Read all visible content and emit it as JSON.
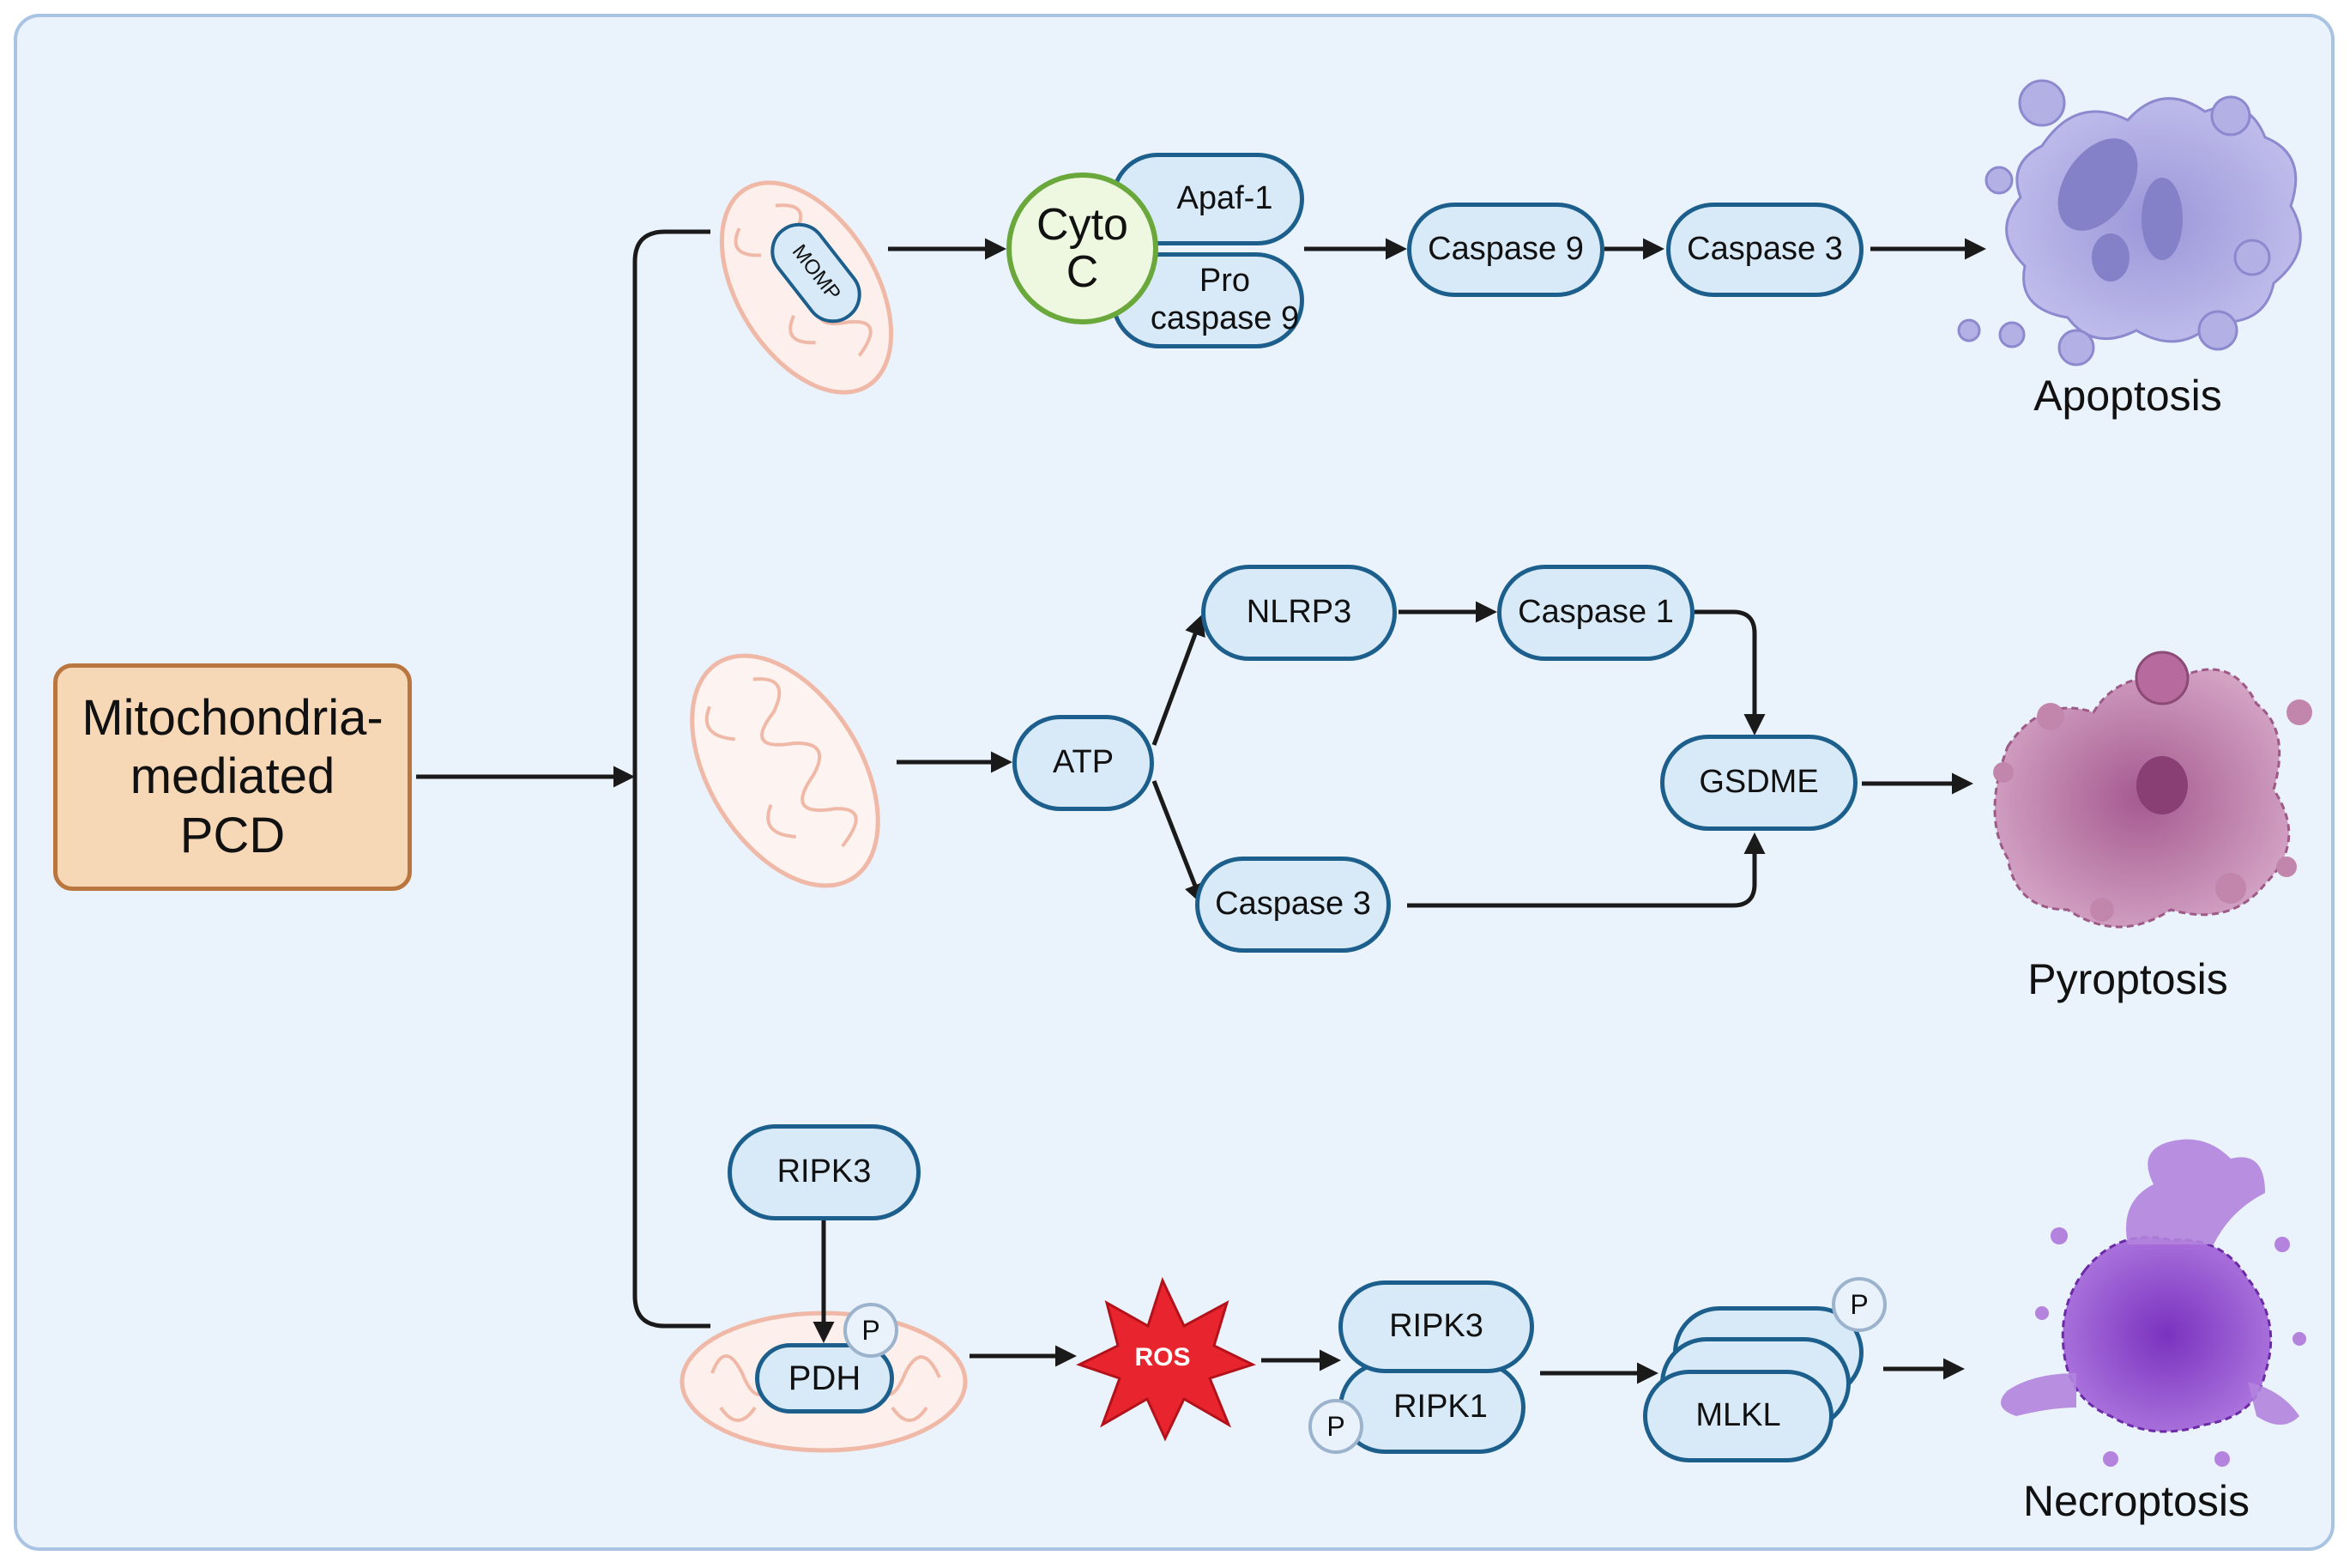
{
  "source_box": {
    "label": "Mitochondria-\nmediated\nPCD"
  },
  "apoptosis": {
    "momp": "MOMP",
    "cyto_c": "Cyto\nC",
    "apaf1": "Apaf-1",
    "procaspase9": "Pro\ncaspase 9",
    "caspase9": "Caspase 9",
    "caspase3": "Caspase 3",
    "outcome": "Apoptosis"
  },
  "pyroptosis": {
    "atp": "ATP",
    "nlrp3": "NLRP3",
    "caspase1": "Caspase 1",
    "caspase3": "Caspase 3",
    "gsdme": "GSDME",
    "outcome": "Pyroptosis"
  },
  "necroptosis": {
    "ripk3_top": "RIPK3",
    "pdh": "PDH",
    "phospho": "P",
    "ros": "ROS",
    "ripk3": "RIPK3",
    "ripk1": "RIPK1",
    "mlkl": "MLKL",
    "outcome": "Necroptosis"
  },
  "colors": {
    "panel_bg": "#eaf2fb",
    "node_fill": "#d8eaf8",
    "node_border": "#1d5f8c",
    "source_fill": "#f6d7b6",
    "cyto_border": "#6aa83b",
    "ros_red": "#e8252f",
    "mito_outline": "#f0b8a6",
    "apoptosis_cell": "#a9a6e0",
    "pyroptosis_cell": "#b26a9c",
    "necroptosis_cell": "#8b4bc6"
  }
}
